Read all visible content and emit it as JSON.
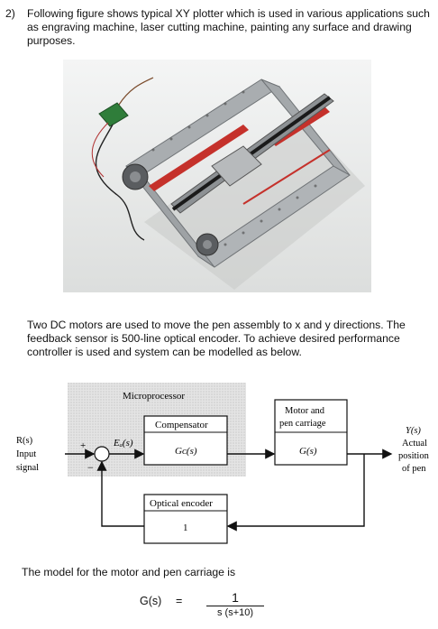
{
  "question": {
    "number": "2)",
    "text": "Following figure shows typical XY plotter which is used in various applications such as engraving machine, laser cutting machine, painting any surface and drawing purposes."
  },
  "paragraph": "Two DC motors are used to move the pen assembly to x and y directions. The feedback sensor is 500-line optical encoder. To achieve desired performance controller is used and system can be modelled as below.",
  "diagram": {
    "microprocessor_label": "Microprocessor",
    "input_label_1": "R(s)",
    "input_label_2": "Input",
    "input_label_3": "signal",
    "plus_sign": "+",
    "minus_sign": "−",
    "error_label": "Eₐ(s)",
    "compensator_title": "Compensator",
    "compensator_tf": "Gᴄ(s)",
    "plant_title_1": "Motor and",
    "plant_title_2": "pen carriage",
    "plant_tf": "G(s)",
    "output_label_1": "Y(s)",
    "output_label_2": "Actual",
    "output_label_3": "position",
    "output_label_4": "of pen",
    "encoder_title": "Optical encoder",
    "encoder_gain": "1"
  },
  "model": {
    "intro": "The model for the motor and pen carriage is",
    "lhs": "G(s)",
    "equals": "=",
    "numerator": "1",
    "denominator": "s (s+10)"
  }
}
